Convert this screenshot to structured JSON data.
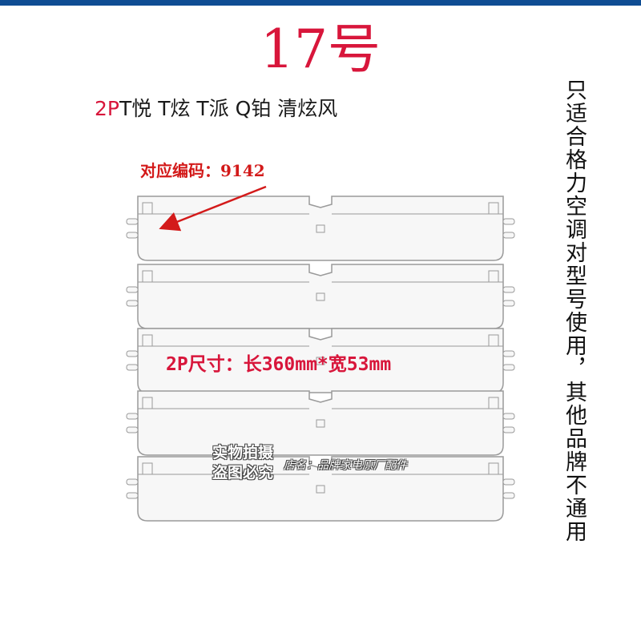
{
  "colors": {
    "top_band": "#0f4d93",
    "title": "#d8163b",
    "code_label": "#d31a1a",
    "size_label": "#d8163b",
    "arrow": "#d31a1a",
    "part_fill": "#f7f7f7",
    "part_stroke": "#9a9a9a"
  },
  "title": "17号",
  "models": {
    "accent": "2P",
    "rest": "T悦 T炫 T派 Q铂 清炫风"
  },
  "code_label": "对应编码：9142",
  "size_label": "2P尺寸：长360mm*宽53mm",
  "vertical_note": "只适合格力空调对型号使用，其他品牌不通用",
  "watermark": {
    "left_line1": "实物拍摄",
    "left_line2": "盗图必究",
    "right": "店名：品牌家电原厂配件"
  },
  "parts": {
    "count": 5,
    "icon_names": [
      "louver-blade-icon",
      "louver-blade-icon",
      "louver-blade-icon",
      "louver-blade-icon",
      "louver-blade-icon"
    ]
  }
}
